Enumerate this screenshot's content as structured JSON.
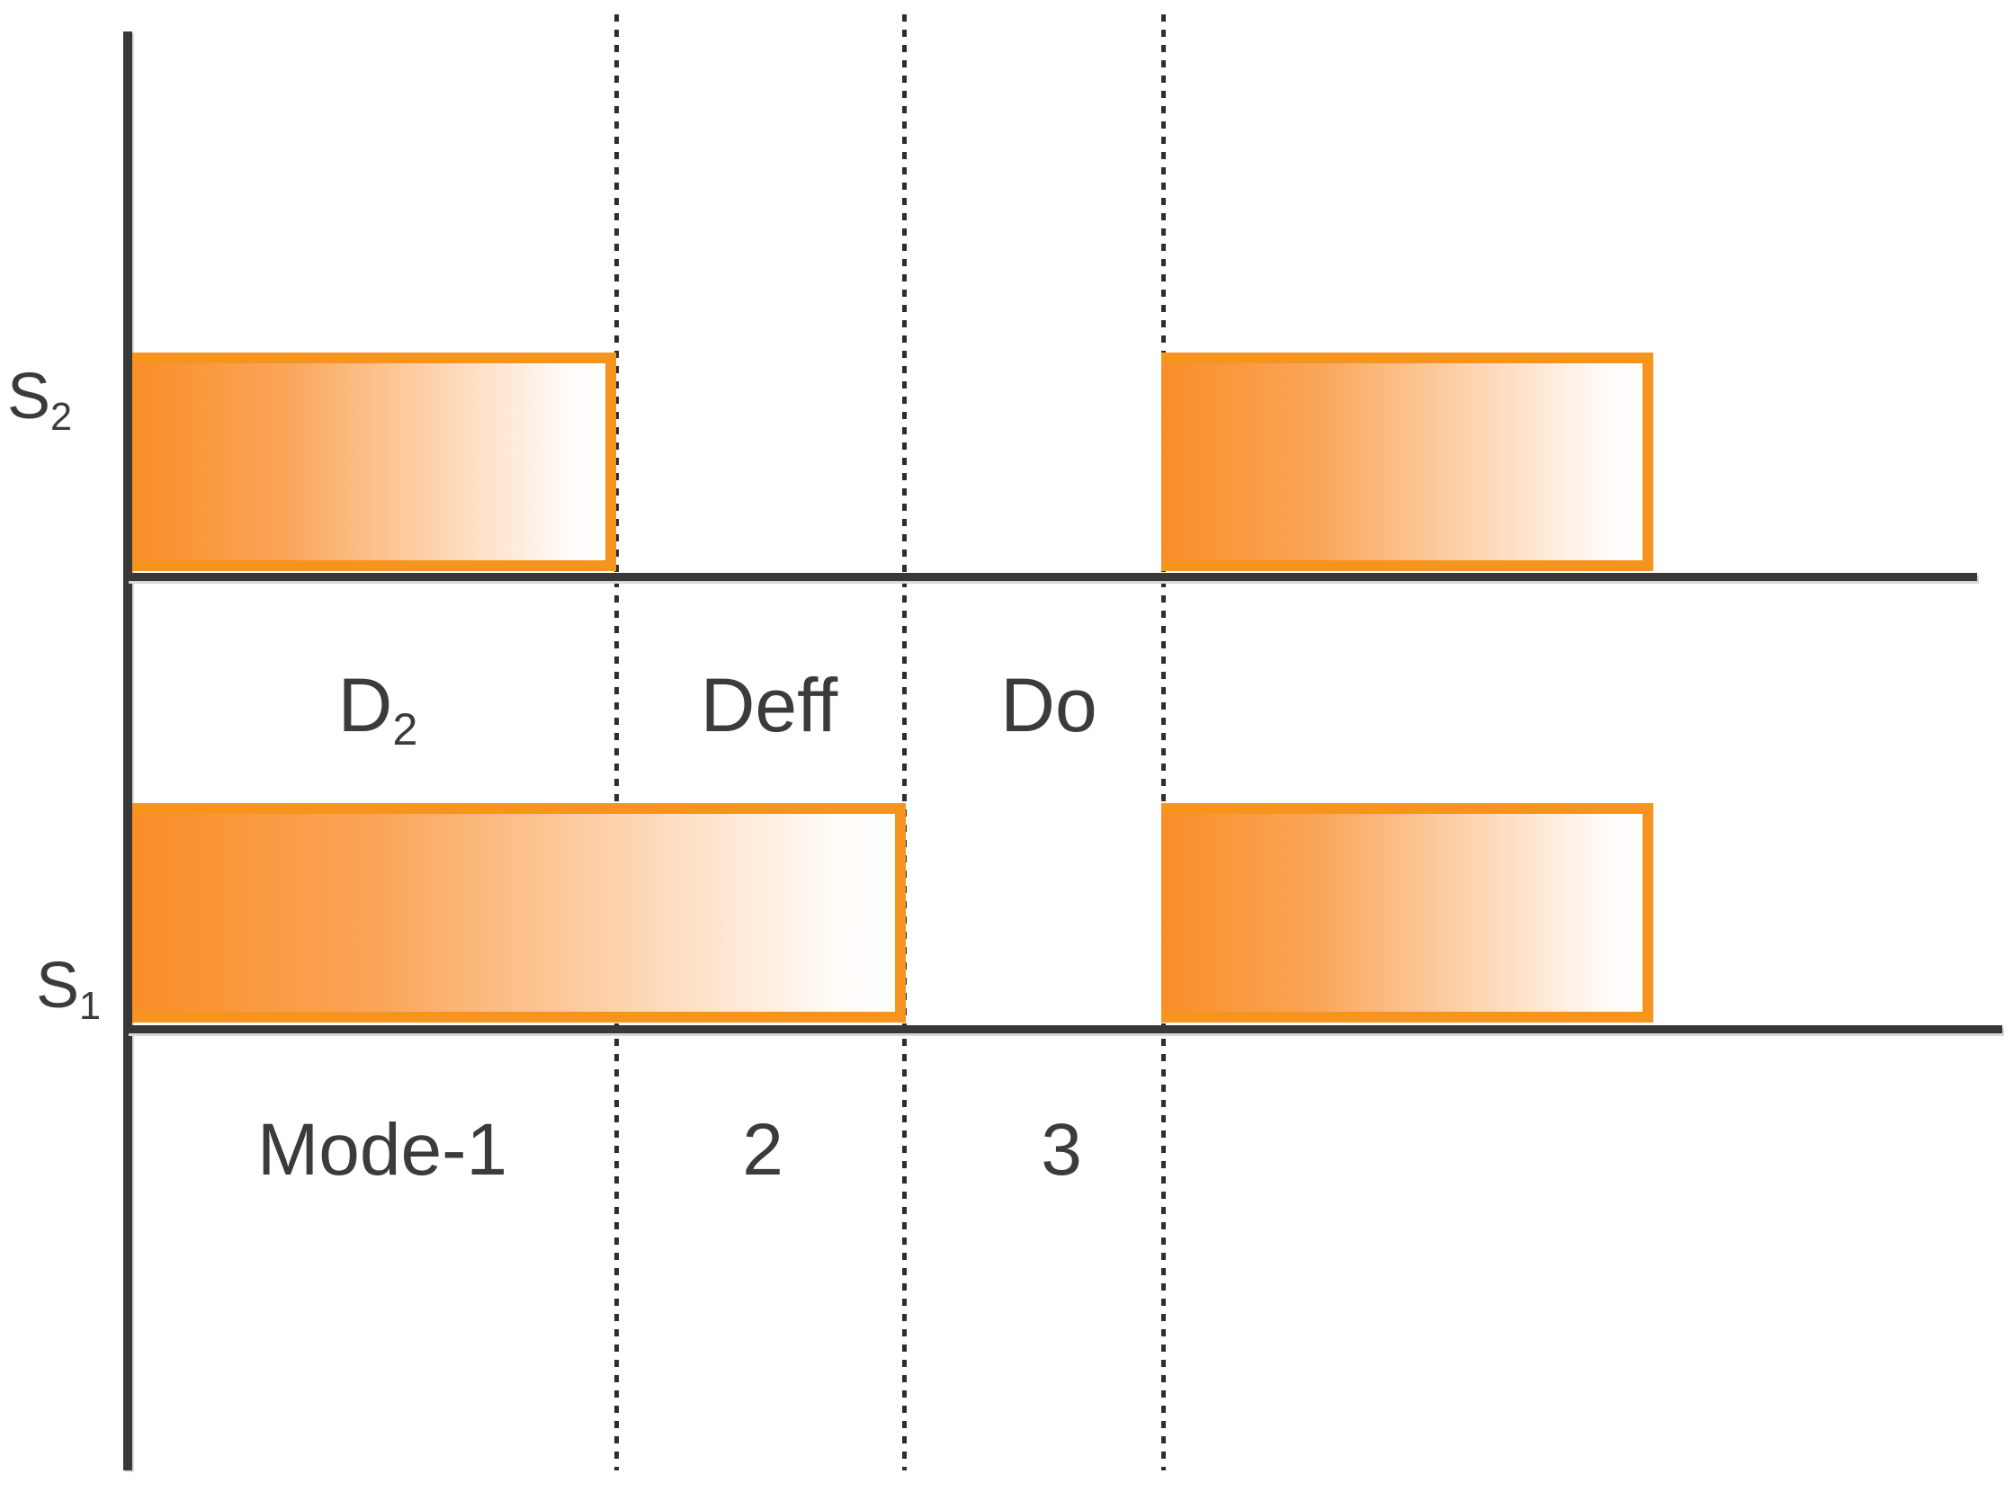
{
  "figure": {
    "type": "timing-diagram",
    "signals": {
      "s2": {
        "base": "S",
        "sub": "2"
      },
      "s1": {
        "base": "S",
        "sub": "1"
      }
    },
    "intervals": {
      "d2": {
        "base": "D",
        "sub": "2"
      },
      "deff": "Deff",
      "do": "Do"
    },
    "modes": {
      "mode1": "Mode-1",
      "mode2": "2",
      "mode3": "3"
    },
    "pulses": [
      {
        "signal": "S2",
        "from": "axis",
        "to": "boundary-1"
      },
      {
        "signal": "S2",
        "from": "boundary-3",
        "to": "mid-right"
      },
      {
        "signal": "S1",
        "from": "axis",
        "to": "boundary-2"
      },
      {
        "signal": "S1",
        "from": "boundary-3",
        "to": "mid-right"
      }
    ],
    "colors": {
      "pulse_border": "#F7941E",
      "pulse_fill_start": "#F98E28",
      "pulse_fill_end": "#FFFFFF",
      "line": "#383838",
      "dotted_line": "#2E2E2E",
      "text": "#3B3B3B"
    }
  }
}
